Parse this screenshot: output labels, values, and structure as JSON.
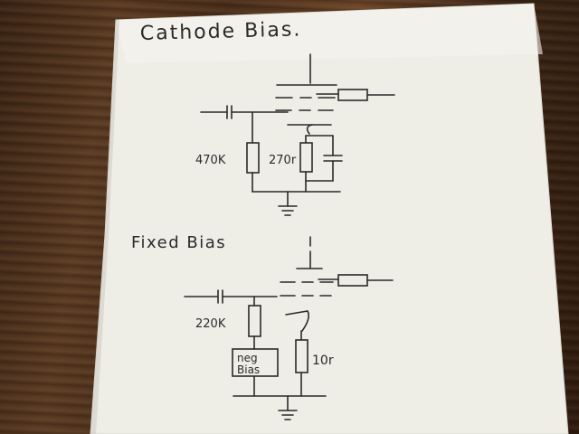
{
  "sheet": {
    "heading_top": "Cathode Bias.",
    "heading_bottom": "Fixed Bias"
  },
  "cathode_circuit": {
    "grid_resistor": "470K",
    "cathode_resistor": "270r"
  },
  "fixed_circuit": {
    "grid_resistor": "220K",
    "bias_box_line1": "neg",
    "bias_box_line2": "Bias",
    "cathode_resistor": "10r"
  },
  "colors": {
    "paper": "#f1f0ea",
    "ink": "#2a2a2a",
    "wood": "#4a2e1a"
  }
}
